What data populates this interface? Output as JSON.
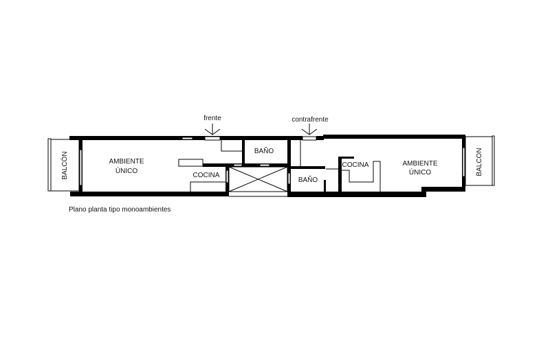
{
  "labels": {
    "front": "frente",
    "back": "contrafrente",
    "left_unit": {
      "living_line1": "AMBIENTE",
      "living_line2": "ÚNICO",
      "kitchen": "COCINA",
      "bath": "BAÑO",
      "balcony": "BALCÓN"
    },
    "right_unit": {
      "living_line1": "AMBIENTE",
      "living_line2": "ÚNICO",
      "kitchen": "COCINA",
      "bath": "BAÑO",
      "balcony": "BALCON"
    }
  },
  "caption": "Plano planta tipo monoambientes"
}
